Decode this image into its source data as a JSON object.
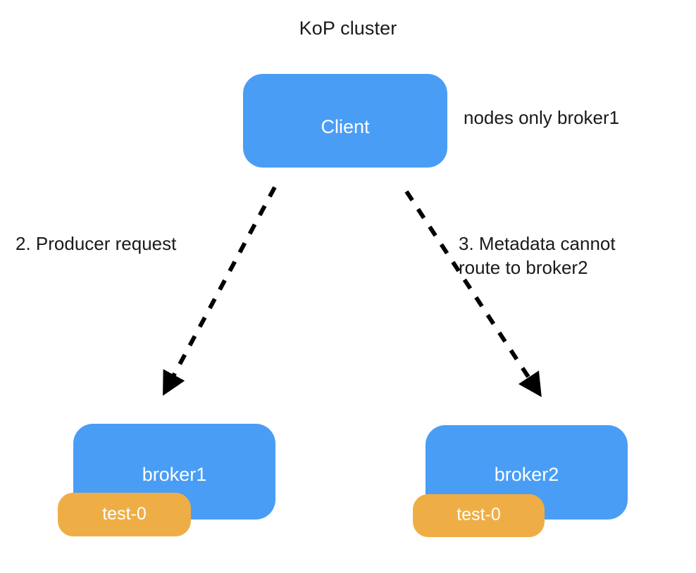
{
  "diagram": {
    "title": "KoP cluster",
    "background_color": "#ffffff",
    "node_color": "#4a9df5",
    "badge_color": "#efae45",
    "text_color": "#1a1a1a",
    "node_text_color": "#ffffff",
    "arrow_color": "#000000"
  },
  "nodes": {
    "client": {
      "label": "Client",
      "shape": "rounded-rectangle",
      "color": "#4a9df5"
    },
    "broker1": {
      "label": "broker1",
      "shape": "rounded-rectangle",
      "color": "#4a9df5",
      "badge": "test-0",
      "badge_color": "#efae45"
    },
    "broker2": {
      "label": "broker2",
      "shape": "rounded-rectangle",
      "color": "#4a9df5",
      "badge": "test-0",
      "badge_color": "#efae45"
    }
  },
  "annotations": {
    "nodes_note": "nodes only broker1",
    "producer_request": "2. Producer request",
    "metadata_route": "3. Metadata cannot\nroute to broker2"
  },
  "edges": [
    {
      "name": "client-to-broker1",
      "from": "client",
      "to": "broker1",
      "style": "dashed",
      "arrowhead": "filled-triangle",
      "label": "2. Producer request"
    },
    {
      "name": "client-to-broker2",
      "from": "client",
      "to": "broker2",
      "style": "dashed",
      "arrowhead": "filled-triangle",
      "label": "3. Metadata cannot route to broker2"
    }
  ]
}
